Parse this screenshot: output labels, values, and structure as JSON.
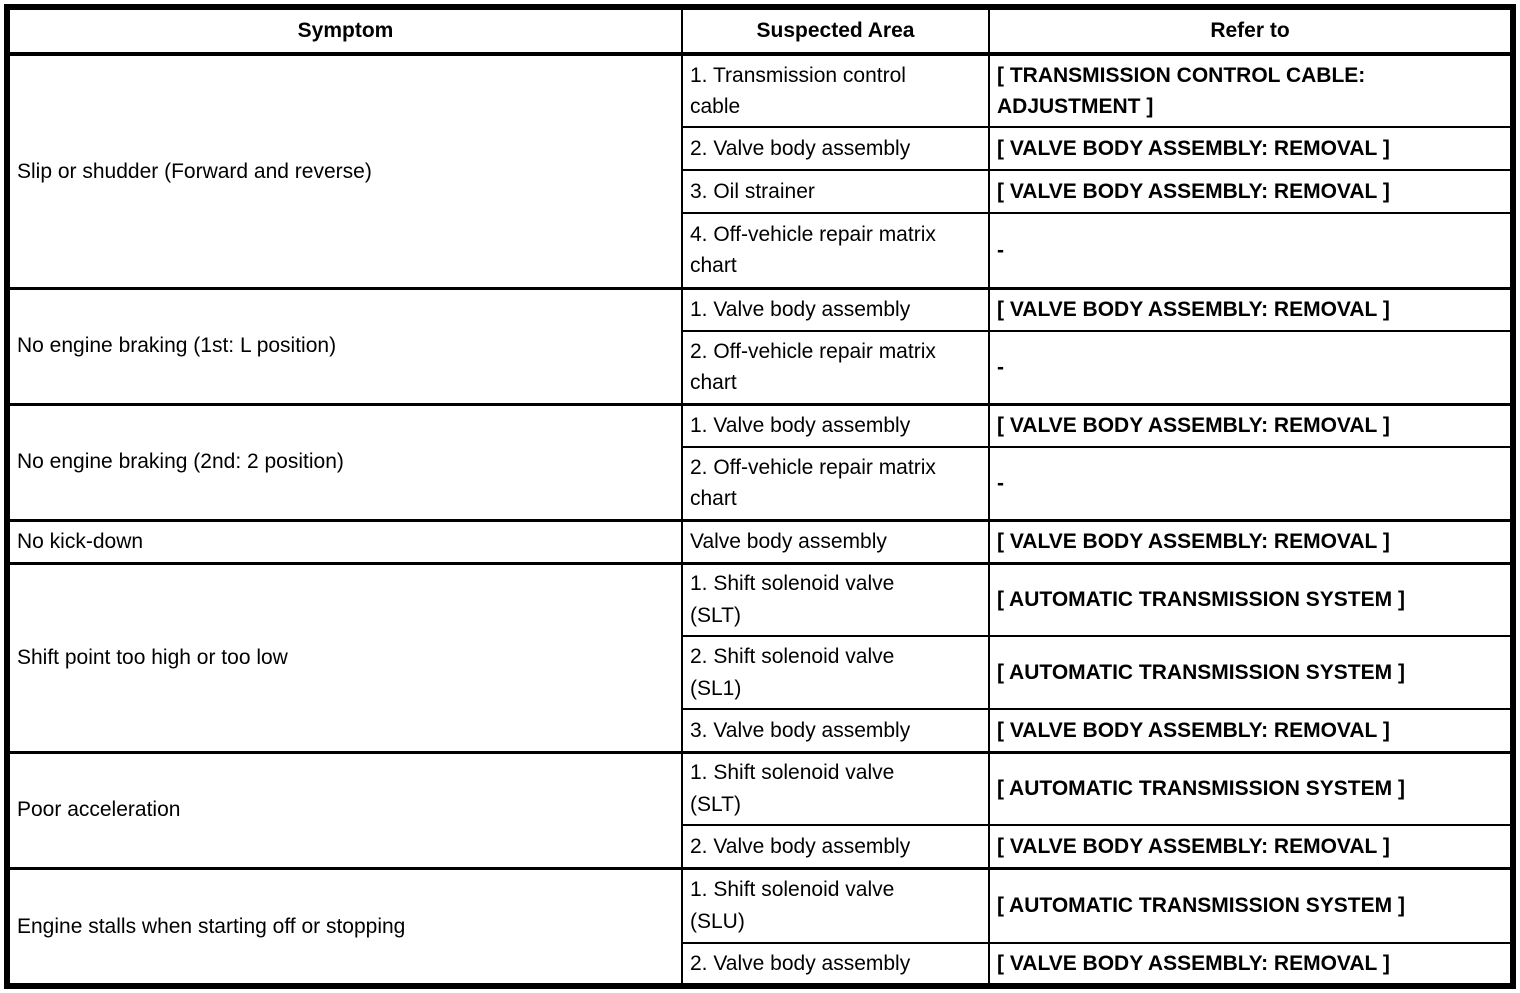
{
  "page": {
    "background_color": "#ffffff",
    "text_color": "#000000",
    "border_color": "#000000"
  },
  "table": {
    "headers": {
      "symptom": "Symptom",
      "suspected_area": "Suspected Area",
      "refer_to": "Refer to"
    },
    "groups": [
      {
        "symptom": "Slip or shudder (Forward and reverse)",
        "rows": [
          {
            "suspected_area": "1. Transmission control\ncable",
            "refer_to": "[ TRANSMISSION CONTROL CABLE:\nADJUSTMENT ]"
          },
          {
            "suspected_area": "2. Valve body assembly",
            "refer_to": "[ VALVE BODY ASSEMBLY: REMOVAL ]"
          },
          {
            "suspected_area": "3. Oil strainer",
            "refer_to": "[ VALVE BODY ASSEMBLY: REMOVAL ]"
          },
          {
            "suspected_area": "4. Off-vehicle repair matrix\nchart",
            "refer_to": "-"
          }
        ]
      },
      {
        "symptom": "No engine braking (1st: L position)",
        "rows": [
          {
            "suspected_area": "1. Valve body assembly",
            "refer_to": "[ VALVE BODY ASSEMBLY: REMOVAL ]"
          },
          {
            "suspected_area": "2. Off-vehicle repair matrix\nchart",
            "refer_to": "-"
          }
        ]
      },
      {
        "symptom": "No engine braking (2nd: 2 position)",
        "rows": [
          {
            "suspected_area": "1. Valve body assembly",
            "refer_to": "[ VALVE BODY ASSEMBLY: REMOVAL ]"
          },
          {
            "suspected_area": "2. Off-vehicle repair matrix\nchart",
            "refer_to": "-"
          }
        ]
      },
      {
        "symptom": "No kick-down",
        "rows": [
          {
            "suspected_area": "Valve body assembly",
            "refer_to": "[ VALVE BODY ASSEMBLY: REMOVAL ]"
          }
        ]
      },
      {
        "symptom": "Shift point too high or too low",
        "rows": [
          {
            "suspected_area": "1. Shift solenoid valve\n(SLT)",
            "refer_to": "[ AUTOMATIC TRANSMISSION SYSTEM ]"
          },
          {
            "suspected_area": "2. Shift solenoid valve\n(SL1)",
            "refer_to": "[ AUTOMATIC TRANSMISSION SYSTEM ]"
          },
          {
            "suspected_area": "3. Valve body assembly",
            "refer_to": "[ VALVE BODY ASSEMBLY: REMOVAL ]"
          }
        ]
      },
      {
        "symptom": "Poor acceleration",
        "rows": [
          {
            "suspected_area": "1. Shift solenoid valve\n(SLT)",
            "refer_to": "[ AUTOMATIC TRANSMISSION SYSTEM ]"
          },
          {
            "suspected_area": "2. Valve body assembly",
            "refer_to": "[ VALVE BODY ASSEMBLY: REMOVAL ]"
          }
        ]
      },
      {
        "symptom": "Engine stalls when starting off or stopping",
        "rows": [
          {
            "suspected_area": "1. Shift solenoid valve\n(SLU)",
            "refer_to": "[ AUTOMATIC TRANSMISSION SYSTEM ]"
          },
          {
            "suspected_area": "2. Valve body assembly",
            "refer_to": "[ VALVE BODY ASSEMBLY: REMOVAL ]"
          }
        ]
      }
    ]
  }
}
